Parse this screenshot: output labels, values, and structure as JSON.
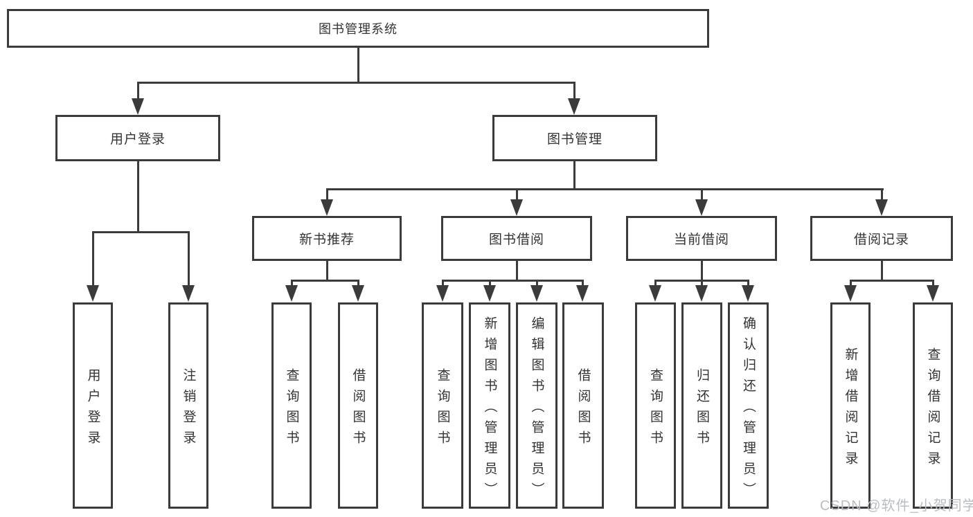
{
  "diagram": {
    "root": {
      "label": "图书管理系统",
      "children": [
        {
          "label": "用户登录",
          "children": [
            {
              "label": "用户登录"
            },
            {
              "label": "注销登录"
            }
          ]
        },
        {
          "label": "图书管理",
          "children": [
            {
              "label": "新书推荐",
              "children": [
                {
                  "label": "查询图书"
                },
                {
                  "label": "借阅图书"
                }
              ]
            },
            {
              "label": "图书借阅",
              "children": [
                {
                  "label": "查询图书"
                },
                {
                  "label": "新增图书（管理员）"
                },
                {
                  "label": "编辑图书（管理员）"
                },
                {
                  "label": "借阅图书"
                }
              ]
            },
            {
              "label": "当前借阅",
              "children": [
                {
                  "label": "查询图书"
                },
                {
                  "label": "归还图书"
                },
                {
                  "label": "确认归还（管理员）"
                }
              ]
            },
            {
              "label": "借阅记录",
              "children": [
                {
                  "label": "新增借阅记录"
                },
                {
                  "label": "查询借阅记录"
                }
              ]
            }
          ]
        }
      ]
    },
    "colors": {
      "line": "#3b3b3b",
      "box_background": "#ffffff",
      "watermark": "#b9bdc1"
    }
  },
  "watermark": {
    "text": "CSDN @软件_小贺同学"
  }
}
